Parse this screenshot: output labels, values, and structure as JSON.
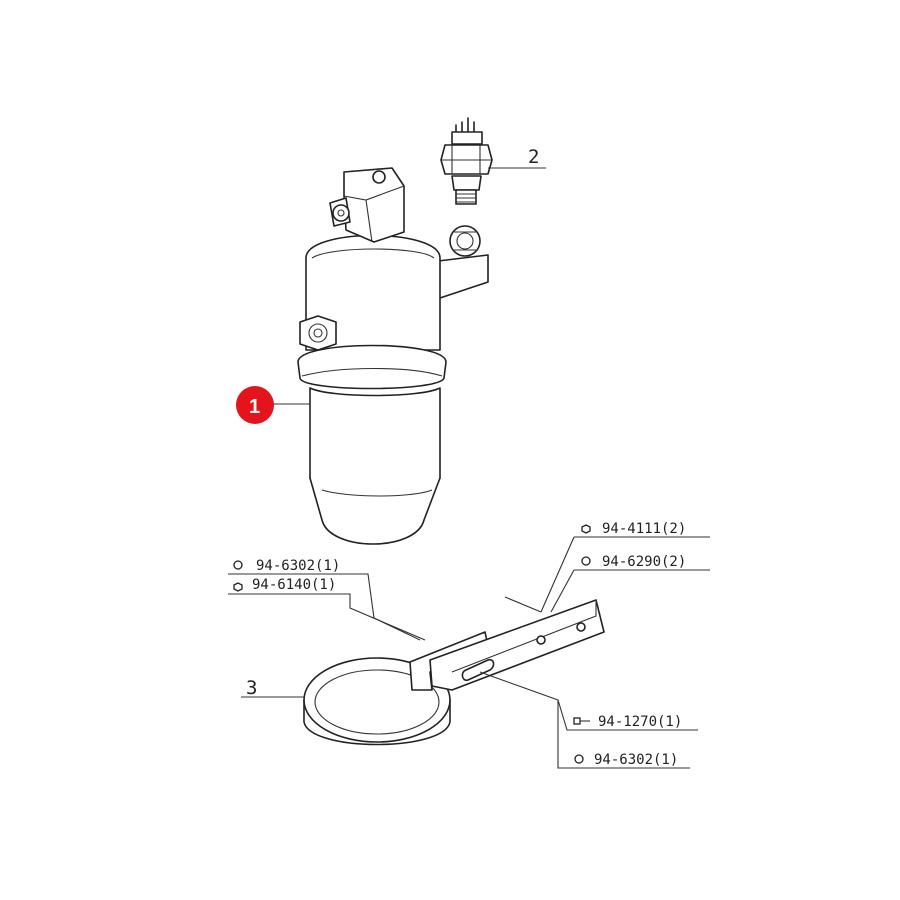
{
  "colors": {
    "badge": "#e3141b",
    "line": "#222222",
    "background": "#ffffff"
  },
  "callouts": {
    "part1": "1",
    "part2": "2",
    "part3": "3"
  },
  "hardware": [
    {
      "code": "94-4111(2)",
      "icon": "nut-icon"
    },
    {
      "code": "94-6290(2)",
      "icon": "washer-icon"
    },
    {
      "code": "94-6302(1)",
      "icon": "washer-icon"
    },
    {
      "code": "94-6140(1)",
      "icon": "nut-icon"
    },
    {
      "code": "94-1270(1)",
      "icon": "bolt-icon"
    },
    {
      "code": "94-6302(1)",
      "icon": "washer-icon"
    }
  ]
}
